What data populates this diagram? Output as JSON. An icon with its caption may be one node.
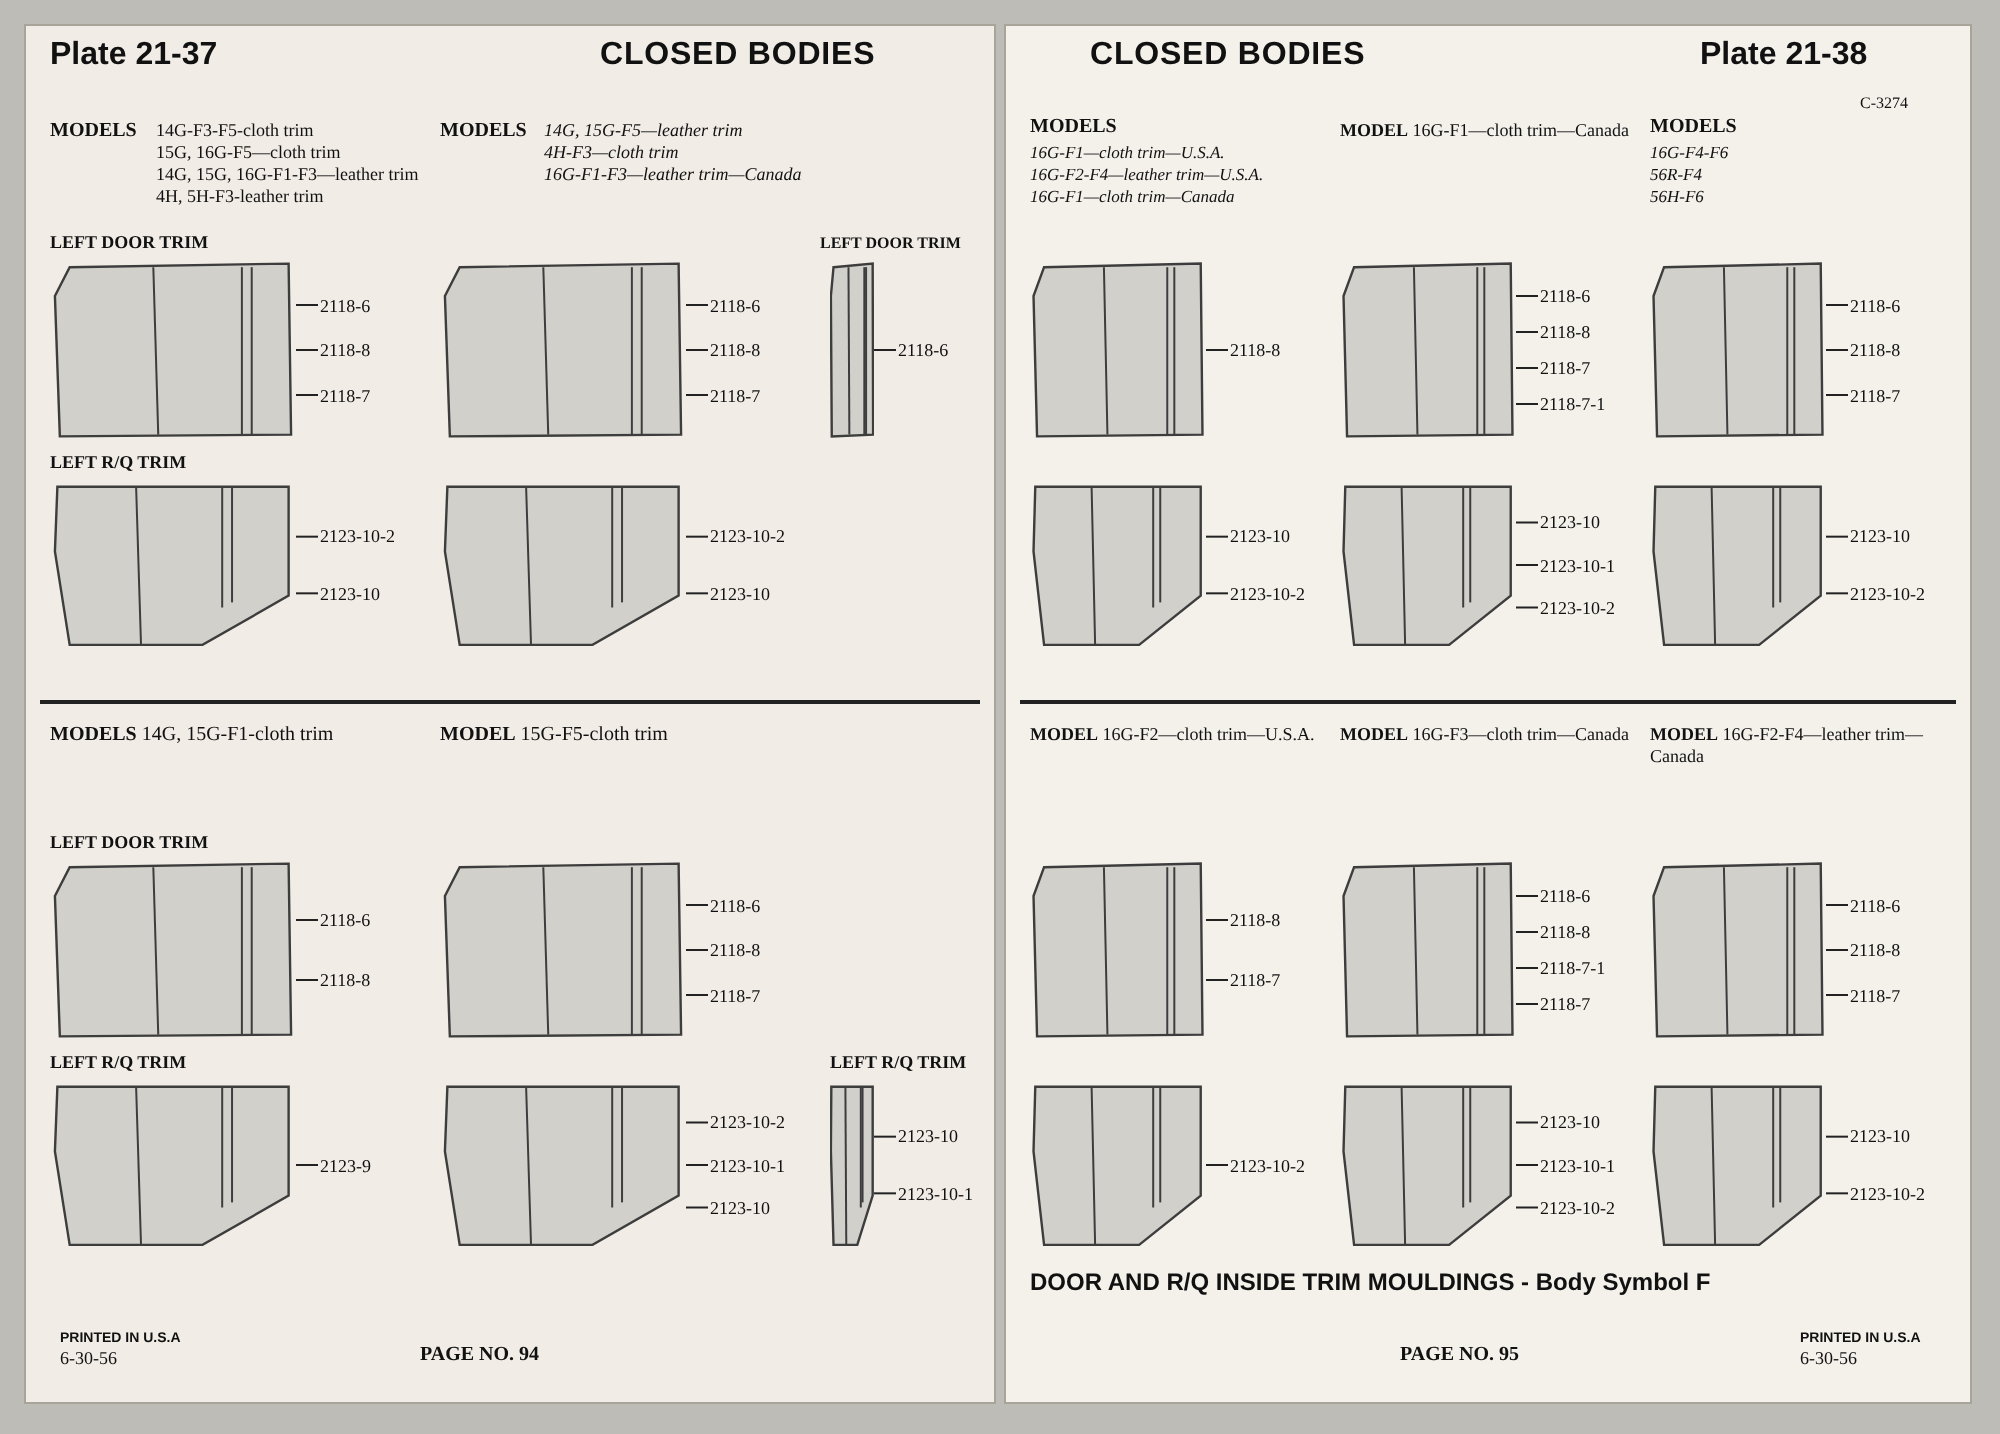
{
  "diagram": {
    "nodes": [
      {
        "text": [],
        "shape": "picture"
      },
      {
        "text": [
          "2118-6"
        ]
      },
      {
        "text": [
          "2118-8"
        ]
      },
      {
        "text": [
          "2118-7"
        ]
      },
      {
        "text": [],
        "shape": "picture"
      },
      {
        "text": [
          "2123-10-2"
        ]
      },
      {
        "text": [
          "2123-10"
        ]
      },
      {
        "text": [],
        "shape": "picture"
      },
      {
        "text": [
          "2118-6"
        ]
      },
      {
        "text": [
          "2118-8"
        ]
      },
      {
        "text": [
          "2118-7"
        ]
      },
      {
        "text": [],
        "shape": "picture"
      },
      {
        "text": [
          "2123-10-2"
        ]
      },
      {
        "text": [
          "2123-10"
        ]
      },
      {
        "text": [],
        "shape": "picture"
      },
      {
        "text": [
          "2118-6"
        ]
      },
      {
        "text": [],
        "shape": "picture"
      },
      {
        "text": [
          "2118-6"
        ]
      },
      {
        "text": [
          "2118-8"
        ]
      },
      {
        "text": [],
        "shape": "picture"
      },
      {
        "text": [
          "2123-9"
        ]
      },
      {
        "text": [],
        "shape": "picture"
      },
      {
        "text": [
          "2118-6"
        ]
      },
      {
        "text": [
          "2118-8"
        ]
      },
      {
        "text": [
          "2118-7"
        ]
      },
      {
        "text": [],
        "shape": "picture"
      },
      {
        "text": [
          "2123-10-2"
        ]
      },
      {
        "text": [
          "2123-10-1"
        ]
      },
      {
        "text": [
          "2123-10"
        ]
      },
      {
        "text": [],
        "shape": "picture"
      },
      {
        "text": [
          "2123-10"
        ]
      },
      {
        "text": [
          "2123-10-1"
        ]
      },
      {
        "text": [],
        "shape": "picture"
      },
      {
        "text": [
          "2118-8"
        ]
      },
      {
        "text": [],
        "shape": "picture"
      },
      {
        "text": [
          "2123-10"
        ]
      },
      {
        "text": [
          "2123-10-2"
        ]
      },
      {
        "text": [],
        "shape": "picture"
      },
      {
        "text": [
          "2118-6"
        ]
      },
      {
        "text": [
          "2118-8"
        ]
      },
      {
        "text": [
          "2118-7"
        ]
      },
      {
        "text": [
          "2118-7-1"
        ]
      },
      {
        "text": [],
        "shape": "picture"
      },
      {
        "text": [
          "2123-10"
        ]
      },
      {
        "text": [
          "2123-10-1"
        ]
      },
      {
        "text": [
          "2123-10-2"
        ]
      },
      {
        "text": [],
        "shape": "picture"
      },
      {
        "text": [
          "2118-6"
        ]
      },
      {
        "text": [
          "2118-8"
        ]
      },
      {
        "text": [
          "2118-7"
        ]
      },
      {
        "text": [],
        "shape": "picture"
      },
      {
        "text": [
          "2123-10"
        ]
      },
      {
        "text": [
          "2123-10-2"
        ]
      },
      {
        "text": [],
        "shape": "picture"
      },
      {
        "text": [
          "2118-8"
        ]
      },
      {
        "text": [
          "2118-7"
        ]
      },
      {
        "text": [],
        "shape": "picture"
      },
      {
        "text": [
          "2123-10-2"
        ]
      },
      {
        "text": [],
        "shape": "picture"
      },
      {
        "text": [
          "2118-6"
        ]
      },
      {
        "text": [
          "2118-8"
        ]
      },
      {
        "text": [
          "2118-7-1"
        ]
      },
      {
        "text": [
          "2118-7"
        ]
      },
      {
        "text": [],
        "shape": "picture"
      },
      {
        "text": [
          "2123-10"
        ]
      },
      {
        "text": [
          "2123-10-1"
        ]
      },
      {
        "text": [
          "2123-10-2"
        ]
      },
      {
        "text": [],
        "shape": "picture"
      },
      {
        "text": [
          "2118-6"
        ]
      },
      {
        "text": [
          "2118-8"
        ]
      },
      {
        "text": [
          "2118-7"
        ]
      },
      {
        "text": [],
        "shape": "picture"
      },
      {
        "text": [
          "2123-10"
        ]
      },
      {
        "text": [
          "2123-10-2"
        ]
      }
    ],
    "edges": [
      {
        "from": 1,
        "to": 0,
        "arrow": "none"
      },
      {
        "from": 2,
        "to": 0,
        "arrow": "none"
      },
      {
        "from": 3,
        "to": 0,
        "arrow": "none"
      },
      {
        "from": 5,
        "to": 4,
        "arrow": "none"
      },
      {
        "from": 6,
        "to": 4,
        "arrow": "none"
      },
      {
        "from": 8,
        "to": 7,
        "arrow": "none"
      },
      {
        "from": 9,
        "to": 7,
        "arrow": "none"
      },
      {
        "from": 10,
        "to": 7,
        "arrow": "none"
      },
      {
        "from": 12,
        "to": 11,
        "arrow": "none"
      },
      {
        "from": 13,
        "to": 11,
        "arrow": "none"
      },
      {
        "from": 15,
        "to": 14,
        "arrow": "none"
      },
      {
        "from": 17,
        "to": 16,
        "arrow": "none"
      },
      {
        "from": 18,
        "to": 16,
        "arrow": "none"
      },
      {
        "from": 20,
        "to": 19,
        "arrow": "none"
      },
      {
        "from": 22,
        "to": 21,
        "arrow": "none"
      },
      {
        "from": 23,
        "to": 21,
        "arrow": "none"
      },
      {
        "from": 24,
        "to": 21,
        "arrow": "none"
      },
      {
        "from": 26,
        "to": 25,
        "arrow": "none"
      },
      {
        "from": 27,
        "to": 25,
        "arrow": "none"
      },
      {
        "from": 28,
        "to": 25,
        "arrow": "none"
      },
      {
        "from": 30,
        "to": 29,
        "arrow": "none"
      },
      {
        "from": 31,
        "to": 29,
        "arrow": "none"
      },
      {
        "from": 33,
        "to": 32,
        "arrow": "none"
      },
      {
        "from": 35,
        "to": 34,
        "arrow": "none"
      },
      {
        "from": 36,
        "to": 34,
        "arrow": "none"
      },
      {
        "from": 38,
        "to": 37,
        "arrow": "none"
      },
      {
        "from": 39,
        "to": 37,
        "arrow": "none"
      },
      {
        "from": 40,
        "to": 37,
        "arrow": "none"
      },
      {
        "from": 41,
        "to": 37,
        "arrow": "none"
      },
      {
        "from": 43,
        "to": 42,
        "arrow": "none"
      },
      {
        "from": 44,
        "to": 42,
        "arrow": "none"
      },
      {
        "from": 45,
        "to": 42,
        "arrow": "none"
      },
      {
        "from": 47,
        "to": 46,
        "arrow": "none"
      },
      {
        "from": 48,
        "to": 46,
        "arrow": "none"
      },
      {
        "from": 49,
        "to": 46,
        "arrow": "none"
      },
      {
        "from": 51,
        "to": 50,
        "arrow": "none"
      },
      {
        "from": 52,
        "to": 50,
        "arrow": "none"
      },
      {
        "from": 54,
        "to": 53,
        "arrow": "none"
      },
      {
        "from": 55,
        "to": 53,
        "arrow": "none"
      },
      {
        "from": 57,
        "to": 56,
        "arrow": "none"
      },
      {
        "from": 59,
        "to": 58,
        "arrow": "none"
      },
      {
        "from": 60,
        "to": 58,
        "arrow": "none"
      },
      {
        "from": 61,
        "to": 58,
        "arrow": "none"
      },
      {
        "from": 62,
        "to": 58,
        "arrow": "none"
      },
      {
        "from": 64,
        "to": 63,
        "arrow": "none"
      },
      {
        "from": 65,
        "to": 63,
        "arrow": "none"
      },
      {
        "from": 66,
        "to": 63,
        "arrow": "none"
      },
      {
        "from": 68,
        "to": 67,
        "arrow": "none"
      },
      {
        "from": 69,
        "to": 67,
        "arrow": "none"
      },
      {
        "from": 70,
        "to": 67,
        "arrow": "none"
      },
      {
        "from": 72,
        "to": 71,
        "arrow": "none"
      },
      {
        "from": 73,
        "to": 71,
        "arrow": "none"
      }
    ],
    "labels": [
      "Plate 21-37",
      "CLOSED BODIES",
      "LEFT DOOR TRIM",
      "LEFT R/Q TRIM",
      "MODELS",
      "14G-F3-F5-cloth trim",
      "15G, 16G-F5—cloth trim",
      "14G, 15G, 16G-F1-F3—leather trim",
      "4H, 5H-F3-leather trim",
      "MODELS",
      "14G, 15G-F5—leather trim",
      "4H-F3—cloth trim",
      "16G-F1-F3—leather trim—Canada",
      "LEFT DOOR TRIM",
      "LEFT DOOR TRIM",
      "LEFT R/Q TRIM",
      "**MODELS** 14G, 15G-F1-cloth trim",
      "**MODEL** 15G-F5-cloth trim",
      "LEFT R/Q TRIM",
      "PRINTED IN U.S.A",
      "6-30-56",
      "PAGE NO. 94",
      "CLOSED BODIES",
      "Plate 21-38",
      "C-3274",
      "MODELS",
      "16G-F1—cloth trim—U.S.A.",
      "16G-F2-F4—leather trim—U.S.A.",
      "16G-F1—cloth trim—Canada",
      "**MODEL** 16G-F1—cloth trim—Canada",
      "MODELS",
      "16G-F4-F6",
      "56R-F4",
      "56H-F6",
      "**MODEL** 16G-F2—cloth trim—U.S.A.",
      "**MODEL** 16G-F3—cloth trim—Canada",
      "**MODEL** 16G-F2-F4—leather trim—Canada",
      "DOOR AND R/Q INSIDE TRIM MOULDINGS - Body Symbol F",
      "PAGE NO. 95",
      "PRINTED IN U.S.A",
      "6-30-56"
    ]
  }
}
